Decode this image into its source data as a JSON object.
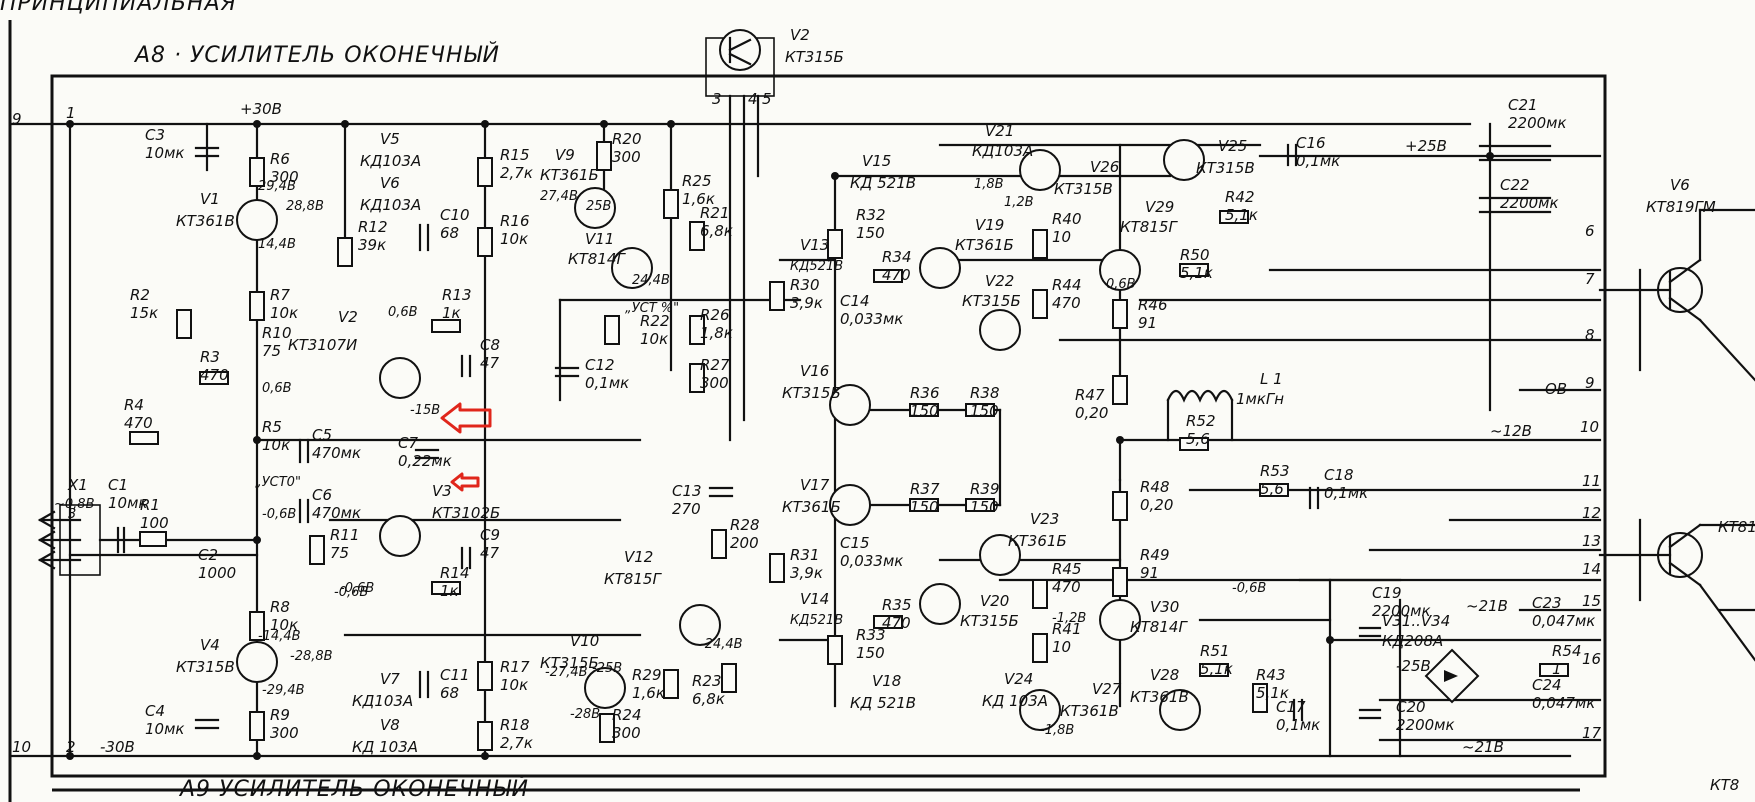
{
  "header": {
    "sheet_caption": "ПРИНЦИПИАЛЬНАЯ",
    "block_title": "А8 · УСИЛИТЕЛЬ ОКОНЕЧНЫЙ",
    "next_block_title": "А9 УСИЛИТЕЛЬ ОКОНЕЧНЫЙ"
  },
  "rails": {
    "pos": "+30В",
    "neg": "-30В",
    "pos25": "+25В",
    "ac12": "~12В",
    "ac21": "~21В",
    "neg21": "~21В",
    "neg25": "-25В",
    "ov": "ОВ"
  },
  "components": {
    "V2ext": {
      "ref": "V2",
      "type": "КТ315Б"
    },
    "V1": {
      "ref": "V1",
      "type": "КТ361В"
    },
    "V2": {
      "ref": "V2",
      "type": "КТ3107И"
    },
    "V3": {
      "ref": "V3",
      "type": "КТ3102Б"
    },
    "V4": {
      "ref": "V4",
      "type": "КТ315В"
    },
    "V5": {
      "ref": "V5",
      "type": "КД103А"
    },
    "V6": {
      "ref": "V6",
      "type": "КД103А"
    },
    "V7": {
      "ref": "V7",
      "type": "КД103А"
    },
    "V8": {
      "ref": "V8",
      "type": "КД 103А"
    },
    "V9": {
      "ref": "V9",
      "type": "КТ361Б"
    },
    "V10": {
      "ref": "V10",
      "type": "КТ315Б"
    },
    "V11": {
      "ref": "V11",
      "type": "КТ814Г"
    },
    "V12": {
      "ref": "V12",
      "type": "КТ815Г"
    },
    "V13": {
      "ref": "V13",
      "type": "КД521В"
    },
    "V14": {
      "ref": "V14",
      "type": "КД521В"
    },
    "V15": {
      "ref": "V15",
      "type": "КД 521В"
    },
    "V16": {
      "ref": "V16",
      "type": "КТ315Б"
    },
    "V17": {
      "ref": "V17",
      "type": "КТ361Б"
    },
    "V18": {
      "ref": "V18",
      "type": "КД 521В"
    },
    "V19": {
      "ref": "V19",
      "type": "КТ361Б"
    },
    "V20": {
      "ref": "V20",
      "type": "КТ315Б"
    },
    "V21": {
      "ref": "V21",
      "type": "КД103А"
    },
    "V22": {
      "ref": "V22",
      "type": "КТ315Б"
    },
    "V23": {
      "ref": "V23",
      "type": "КТ361Б"
    },
    "V24": {
      "ref": "V24",
      "type": "КД 103А"
    },
    "V25": {
      "ref": "V25",
      "type": "КТ315В"
    },
    "V26": {
      "ref": "V26",
      "type": "КТ315В"
    },
    "V27": {
      "ref": "V27",
      "type": "КТ361В"
    },
    "V28": {
      "ref": "V28",
      "type": "КТ361В"
    },
    "V29": {
      "ref": "V29",
      "type": "КТ815Г"
    },
    "V30": {
      "ref": "V30",
      "type": "КТ814Г"
    },
    "V31": {
      "ref": "V31..V34",
      "type": "КД208А"
    },
    "V6ext": {
      "ref": "V6",
      "type": "КТ819ГМ"
    },
    "V7ext": {
      "ref": "V7",
      "type": "КТ81"
    },
    "V8ext": {
      "ref": "V8",
      "type": "КТ8"
    },
    "L1": {
      "ref": "L 1",
      "value": "1мкГн"
    }
  },
  "resistors": [
    {
      "ref": "R1",
      "val": "100"
    },
    {
      "ref": "R2",
      "val": "15к"
    },
    {
      "ref": "R3",
      "val": "470"
    },
    {
      "ref": "R4",
      "val": "470"
    },
    {
      "ref": "R5",
      "val": "10к"
    },
    {
      "ref": "R6",
      "val": "300"
    },
    {
      "ref": "R7",
      "val": "10к"
    },
    {
      "ref": "R8",
      "val": "10к"
    },
    {
      "ref": "R9",
      "val": "300"
    },
    {
      "ref": "R10",
      "val": "75"
    },
    {
      "ref": "R11",
      "val": "75"
    },
    {
      "ref": "R12",
      "val": "39к"
    },
    {
      "ref": "R13",
      "val": "1к"
    },
    {
      "ref": "R14",
      "val": "1к"
    },
    {
      "ref": "R15",
      "val": "2,7к"
    },
    {
      "ref": "R16",
      "val": "10к"
    },
    {
      "ref": "R17",
      "val": "10к"
    },
    {
      "ref": "R18",
      "val": "2,7к"
    },
    {
      "ref": "R20",
      "val": "300"
    },
    {
      "ref": "R21",
      "val": "6,8к"
    },
    {
      "ref": "R22",
      "val": "10к"
    },
    {
      "ref": "R23",
      "val": "6,8к"
    },
    {
      "ref": "R24",
      "val": "300"
    },
    {
      "ref": "R25",
      "val": "1,6к"
    },
    {
      "ref": "R26",
      "val": "1,8к"
    },
    {
      "ref": "R27",
      "val": "300"
    },
    {
      "ref": "R28",
      "val": "200"
    },
    {
      "ref": "R29",
      "val": "1,6к"
    },
    {
      "ref": "R30",
      "val": "3,9к"
    },
    {
      "ref": "R31",
      "val": "3,9к"
    },
    {
      "ref": "R32",
      "val": "150"
    },
    {
      "ref": "R33",
      "val": "150"
    },
    {
      "ref": "R34",
      "val": "470"
    },
    {
      "ref": "R35",
      "val": "470"
    },
    {
      "ref": "R36",
      "val": "150"
    },
    {
      "ref": "R37",
      "val": "150"
    },
    {
      "ref": "R38",
      "val": "150"
    },
    {
      "ref": "R39",
      "val": "150"
    },
    {
      "ref": "R40",
      "val": "10"
    },
    {
      "ref": "R41",
      "val": "10"
    },
    {
      "ref": "R42",
      "val": "5,1к"
    },
    {
      "ref": "R43",
      "val": "5,1к"
    },
    {
      "ref": "R44",
      "val": "470"
    },
    {
      "ref": "R45",
      "val": "470"
    },
    {
      "ref": "R46",
      "val": "91"
    },
    {
      "ref": "R47",
      "val": "0,20"
    },
    {
      "ref": "R48",
      "val": "0,20"
    },
    {
      "ref": "R49",
      "val": "91"
    },
    {
      "ref": "R50",
      "val": "5,1к"
    },
    {
      "ref": "R51",
      "val": "5,1к"
    },
    {
      "ref": "R52",
      "val": "5,6"
    },
    {
      "ref": "R53",
      "val": "5,6"
    },
    {
      "ref": "R54",
      "val": "1"
    }
  ],
  "capacitors": [
    {
      "ref": "C1",
      "val": "10мк"
    },
    {
      "ref": "C2",
      "val": "1000"
    },
    {
      "ref": "C3",
      "val": "10мк"
    },
    {
      "ref": "C4",
      "val": "10мк"
    },
    {
      "ref": "C5",
      "val": "470мк"
    },
    {
      "ref": "C6",
      "val": "470мк"
    },
    {
      "ref": "C7",
      "val": "0,22мк"
    },
    {
      "ref": "C8",
      "val": "47"
    },
    {
      "ref": "C9",
      "val": "47"
    },
    {
      "ref": "C10",
      "val": "68"
    },
    {
      "ref": "C11",
      "val": "68"
    },
    {
      "ref": "C12",
      "val": "0,1мк"
    },
    {
      "ref": "C13",
      "val": "270"
    },
    {
      "ref": "C14",
      "val": "0,033мк"
    },
    {
      "ref": "C15",
      "val": "0,033мк"
    },
    {
      "ref": "C16",
      "val": "0,1мк"
    },
    {
      "ref": "C17",
      "val": "0,1мк"
    },
    {
      "ref": "C18",
      "val": "0,1мк"
    },
    {
      "ref": "C19",
      "val": "2200мк"
    },
    {
      "ref": "C20",
      "val": "2200мк"
    },
    {
      "ref": "C21",
      "val": "2200мк"
    },
    {
      "ref": "C22",
      "val": "2200мк"
    },
    {
      "ref": "C23",
      "val": "0,047мк"
    },
    {
      "ref": "C24",
      "val": "0,047мк"
    }
  ],
  "voltages": {
    "v1": "29,4В",
    "v2": "28,8В",
    "v3": "14,4В",
    "v4": "0,6В",
    "v5": "0,6В",
    "v6": "-15В",
    "v7": "-0,6В",
    "v8": "-0,6В",
    "v9": "-14,4В",
    "v10": "-28,8В",
    "v11": "-29,4В",
    "v12": "27,4В",
    "v13": "25В",
    "v14": "24,4В",
    "v15": "-25В",
    "v16": "-27,4В",
    "v17": "-28В",
    "v18": "-24,4В",
    "v19": "1,8В",
    "v20": "1,2В",
    "v21": "0,6В",
    "v22": "-0,6В",
    "v23": "-1,2В",
    "v24": "-1,8В",
    "v25": "~0,8В",
    "v26": "-0,6В"
  },
  "misc": {
    "ust0": "„УСТ0\"",
    "ust_pct": "„УСТ %\"",
    "x1": "X1",
    "pin1": "1",
    "pin2": "2",
    "pin3": "3",
    "pin4": "4",
    "pin5": "5",
    "t9": "9",
    "t10": "10",
    "t6": "6",
    "t7": "7",
    "t8": "8",
    "t9b": "9",
    "t10b": "10",
    "t11": "11",
    "t12": "12",
    "t13": "13",
    "t14": "14",
    "t15": "15",
    "t16": "16",
    "t17": "17",
    "in1": "1",
    "in2": "2",
    "in3": "3"
  }
}
